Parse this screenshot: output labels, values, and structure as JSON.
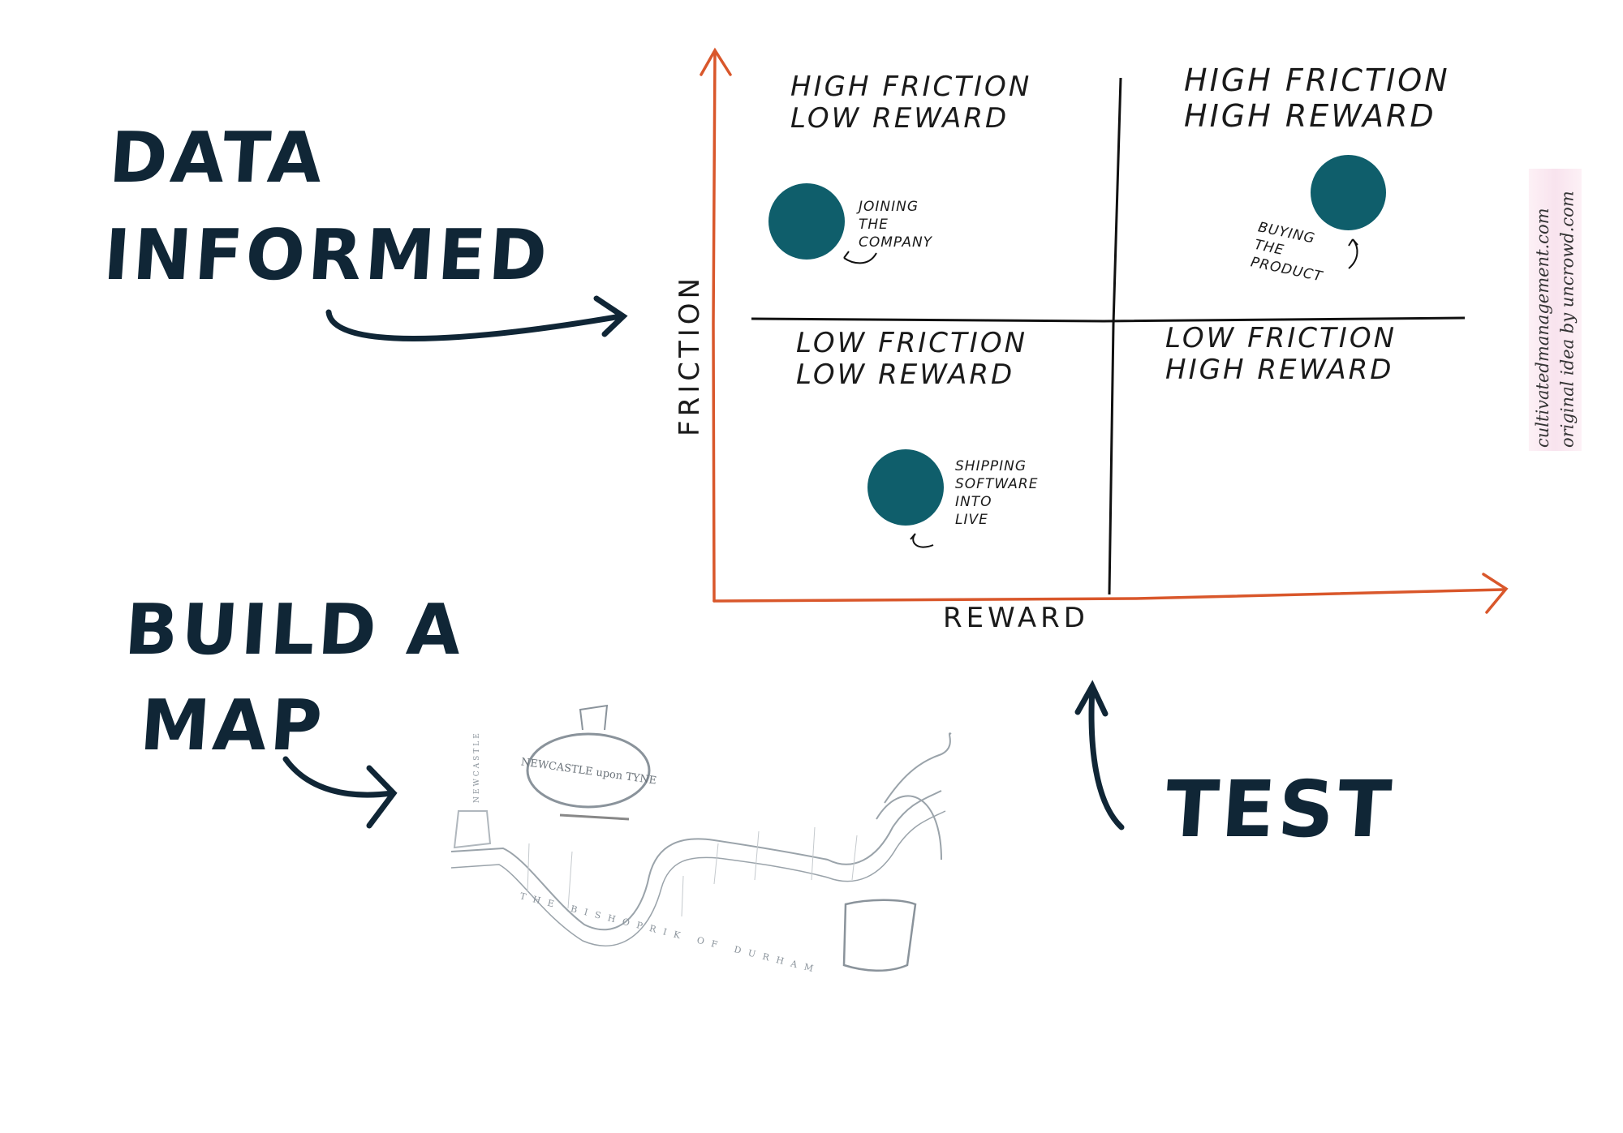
{
  "left_labels": {
    "data_informed": [
      "DATA",
      "INFORMED"
    ],
    "build_a_map": [
      "BUILD A",
      "MAP"
    ],
    "test": "TEST"
  },
  "matrix": {
    "y_axis_label": "FRICTION",
    "x_axis_label": "REWARD",
    "quadrants": {
      "top_left": [
        "HIGH FRICTION",
        "LOW REWARD"
      ],
      "top_right": [
        "HIGH FRICTION",
        "HIGH REWARD"
      ],
      "bottom_left": [
        "LOW FRICTION",
        "LOW REWARD"
      ],
      "bottom_right": [
        "LOW FRICTION",
        "HIGH REWARD"
      ]
    },
    "items": [
      {
        "label": [
          "JOINING",
          "THE",
          "COMPANY"
        ],
        "quadrant": "top_left"
      },
      {
        "label": [
          "BUYING",
          "THE",
          "PRODUCT"
        ],
        "quadrant": "top_right"
      },
      {
        "label": [
          "SHIPPING",
          "SOFTWARE",
          "INTO",
          "LIVE"
        ],
        "quadrant": "bottom_left"
      }
    ]
  },
  "map_image": {
    "cartouche_title": "NEWCASTLE upon TYNE",
    "side_text": "NEWCASTLE",
    "bottom_text": "THE BISHOPRIK OF DURHAM"
  },
  "attribution": [
    "cultivatedmanagement.com",
    "original idea by uncrowd.com"
  ],
  "colors": {
    "ink": "#102636",
    "axis": "#d9572b",
    "dot": "#0f5e6b"
  }
}
